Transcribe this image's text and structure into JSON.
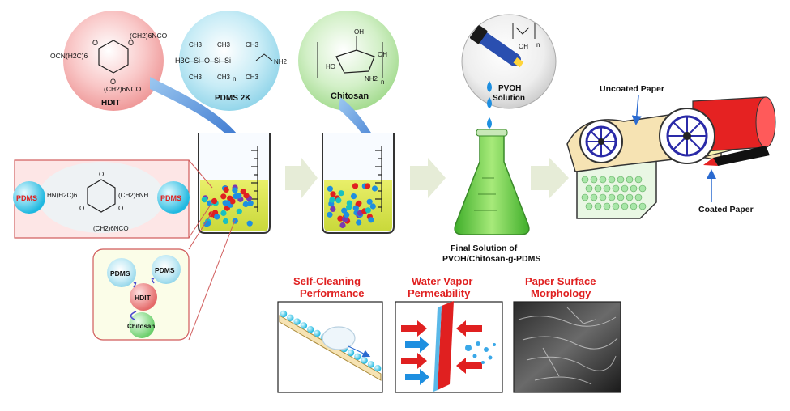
{
  "molecules": {
    "hdit": {
      "label": "HDIT",
      "formula_left": "OCN(H2C)6",
      "formula_right": "(CH2)6NCO",
      "formula_bottom": "(CH2)6NCO"
    },
    "pdms": {
      "label": "PDMS 2K",
      "formula": "H3C–Si–O–Si–Si",
      "end_group": "NH2",
      "methyl": "CH3",
      "repeat": "n"
    },
    "chitosan": {
      "label": "Chitosan",
      "oh": "OH",
      "nh2": "NH2",
      "ho": "HO",
      "repeat": "n"
    },
    "pvoh": {
      "label_line1": "PVOH",
      "label_line2": "Solution",
      "oh": "OH",
      "repeat": "n"
    }
  },
  "inset_structure": {
    "pdms_left": "PDMS",
    "pdms_right": "PDMS",
    "left_chain": "HN(H2C)6",
    "right_chain": "(CH2)6NH",
    "bottom_chain": "(CH2)6NCO"
  },
  "schematic": {
    "pdms_a": "PDMS",
    "pdms_b": "PDMS",
    "hdit": "HDIT",
    "chitosan": "Chitosan"
  },
  "final_solution": {
    "line1": "Final Solution of",
    "line2": "PVOH/Chitosan-g-PDMS"
  },
  "paper": {
    "uncoated": "Uncoated Paper",
    "coated": "Coated Paper"
  },
  "properties": [
    {
      "line1": "Self-Cleaning",
      "line2": "Performance"
    },
    {
      "line1": "Water Vapor",
      "line2": "Permeability"
    },
    {
      "line1": "Paper Surface",
      "line2": "Morphology"
    }
  ]
}
